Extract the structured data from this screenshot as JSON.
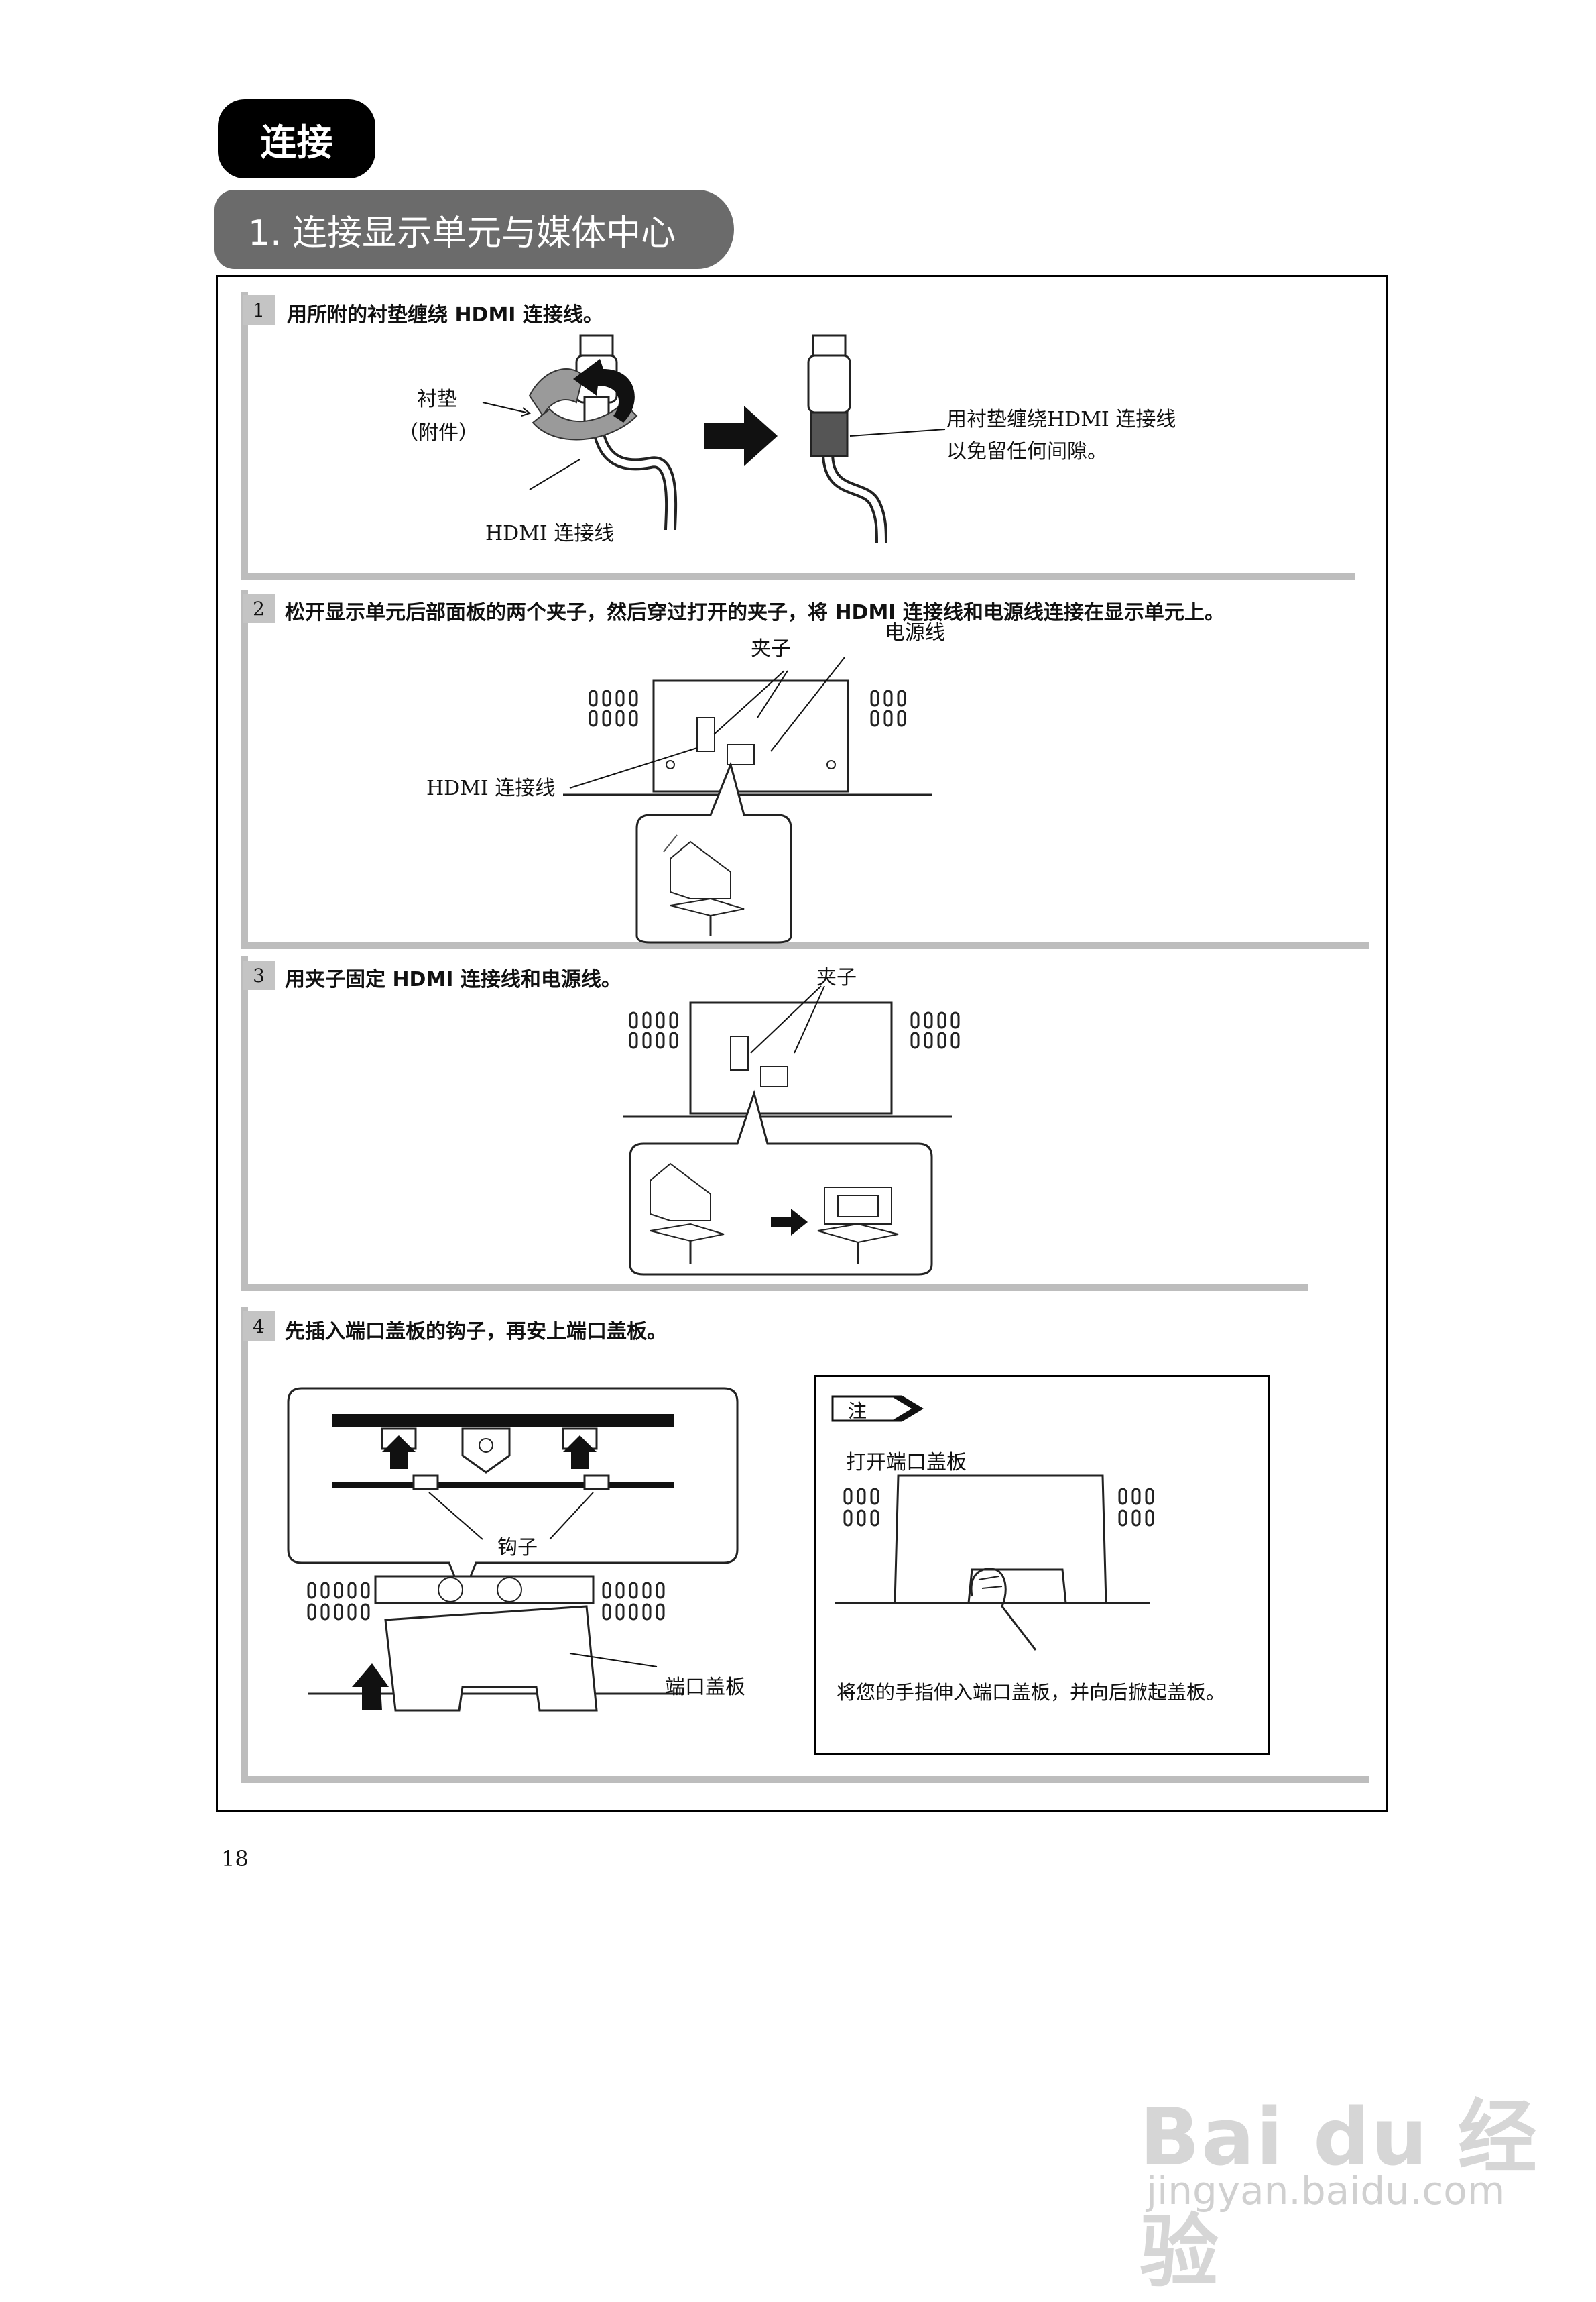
{
  "section": {
    "title": "连接",
    "subtitle": "1. 连接显示单元与媒体中心"
  },
  "steps": [
    {
      "num": "1",
      "text": "用所附的衬垫缠绕 HDMI 连接线。"
    },
    {
      "num": "2",
      "text": "松开显示单元后部面板的两个夹子，然后穿过打开的夹子，将 HDMI 连接线和电源线连接在显示单元上。"
    },
    {
      "num": "3",
      "text": "用夹子固定 HDMI 连接线和电源线。"
    },
    {
      "num": "4",
      "text": "先插入端口盖板的钩子，再安上端口盖板。"
    }
  ],
  "step1_labels": {
    "pad": "衬垫",
    "pad_note": "（附件）",
    "hdmi_cable": "HDMI 连接线",
    "wrap_note_line1": "用衬垫缠绕HDMI 连接线",
    "wrap_note_line2": "以免留任何间隙。"
  },
  "step2_labels": {
    "clip": "夹子",
    "power_cable": "电源线",
    "hdmi_cable": "HDMI 连接线"
  },
  "step3_labels": {
    "clip": "夹子"
  },
  "step4_labels": {
    "hook": "钩子",
    "port_cover": "端口盖板"
  },
  "note": {
    "tag": "注",
    "title": "打开端口盖板",
    "text": "将您的手指伸入端口盖板，并向后掀起盖板。"
  },
  "page_number": "18",
  "watermark": {
    "brand": "Bai du 经验",
    "url": "jingyan.baidu.com"
  }
}
